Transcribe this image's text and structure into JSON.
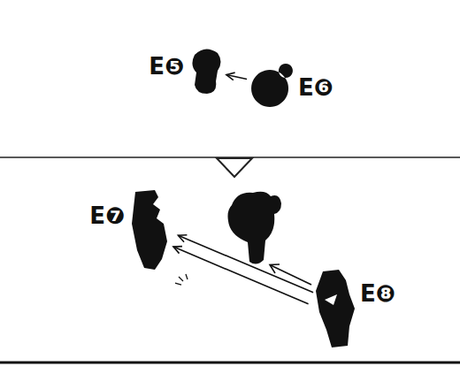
{
  "diagram": {
    "nodes": [
      {
        "text": [
          "E❺"
        ]
      },
      {
        "text": [
          "E❻"
        ]
      },
      {
        "text": [
          "E❼"
        ]
      },
      {
        "text": [
          "E❽"
        ]
      }
    ],
    "edges": [
      {
        "from": 1,
        "to": 0,
        "arrow": "to"
      },
      {
        "from": 3,
        "to": 2,
        "arrow": "to"
      }
    ]
  }
}
